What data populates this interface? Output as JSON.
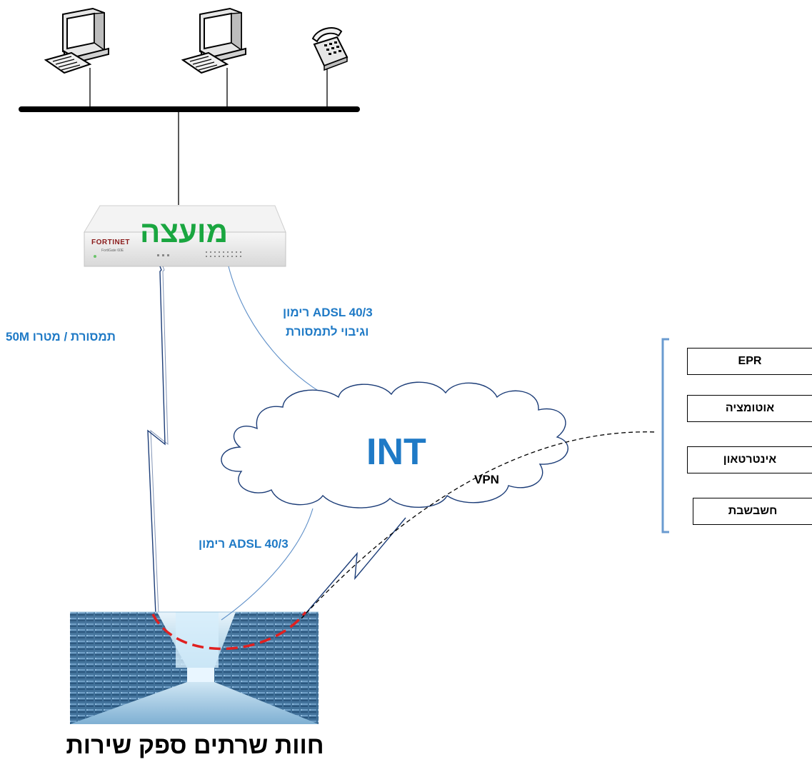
{
  "firewall": {
    "label": "מועצה",
    "brand": "FORTINET",
    "model": "FortiGate 60E"
  },
  "links": {
    "metro_label": "תמסורת / מטרו 50M",
    "adsl_top_line1": "ADSL 40/3 רימון",
    "adsl_top_line2": "וגיבוי לתמסורת",
    "adsl_bottom_label": "ADSL  40/3 רימון",
    "vpn_label": "VPN"
  },
  "cloud": {
    "label": "INT"
  },
  "services": [
    {
      "label": "EPR"
    },
    {
      "label": "אוטומציה"
    },
    {
      "label": "אינטרטאון"
    },
    {
      "label": "חשבשבת"
    }
  ],
  "datacenter": {
    "caption": "חוות שרתים ספק שירות"
  },
  "colors": {
    "accent_blue": "#1f7ac6",
    "firewall_label_green": "#1aa640",
    "redundancy_red": "#e02020",
    "bracket_blue": "#6a9bd0"
  },
  "icons": [
    "computer-icon",
    "computer-icon",
    "telephone-icon",
    "firewall-appliance-icon",
    "server-room-image"
  ]
}
